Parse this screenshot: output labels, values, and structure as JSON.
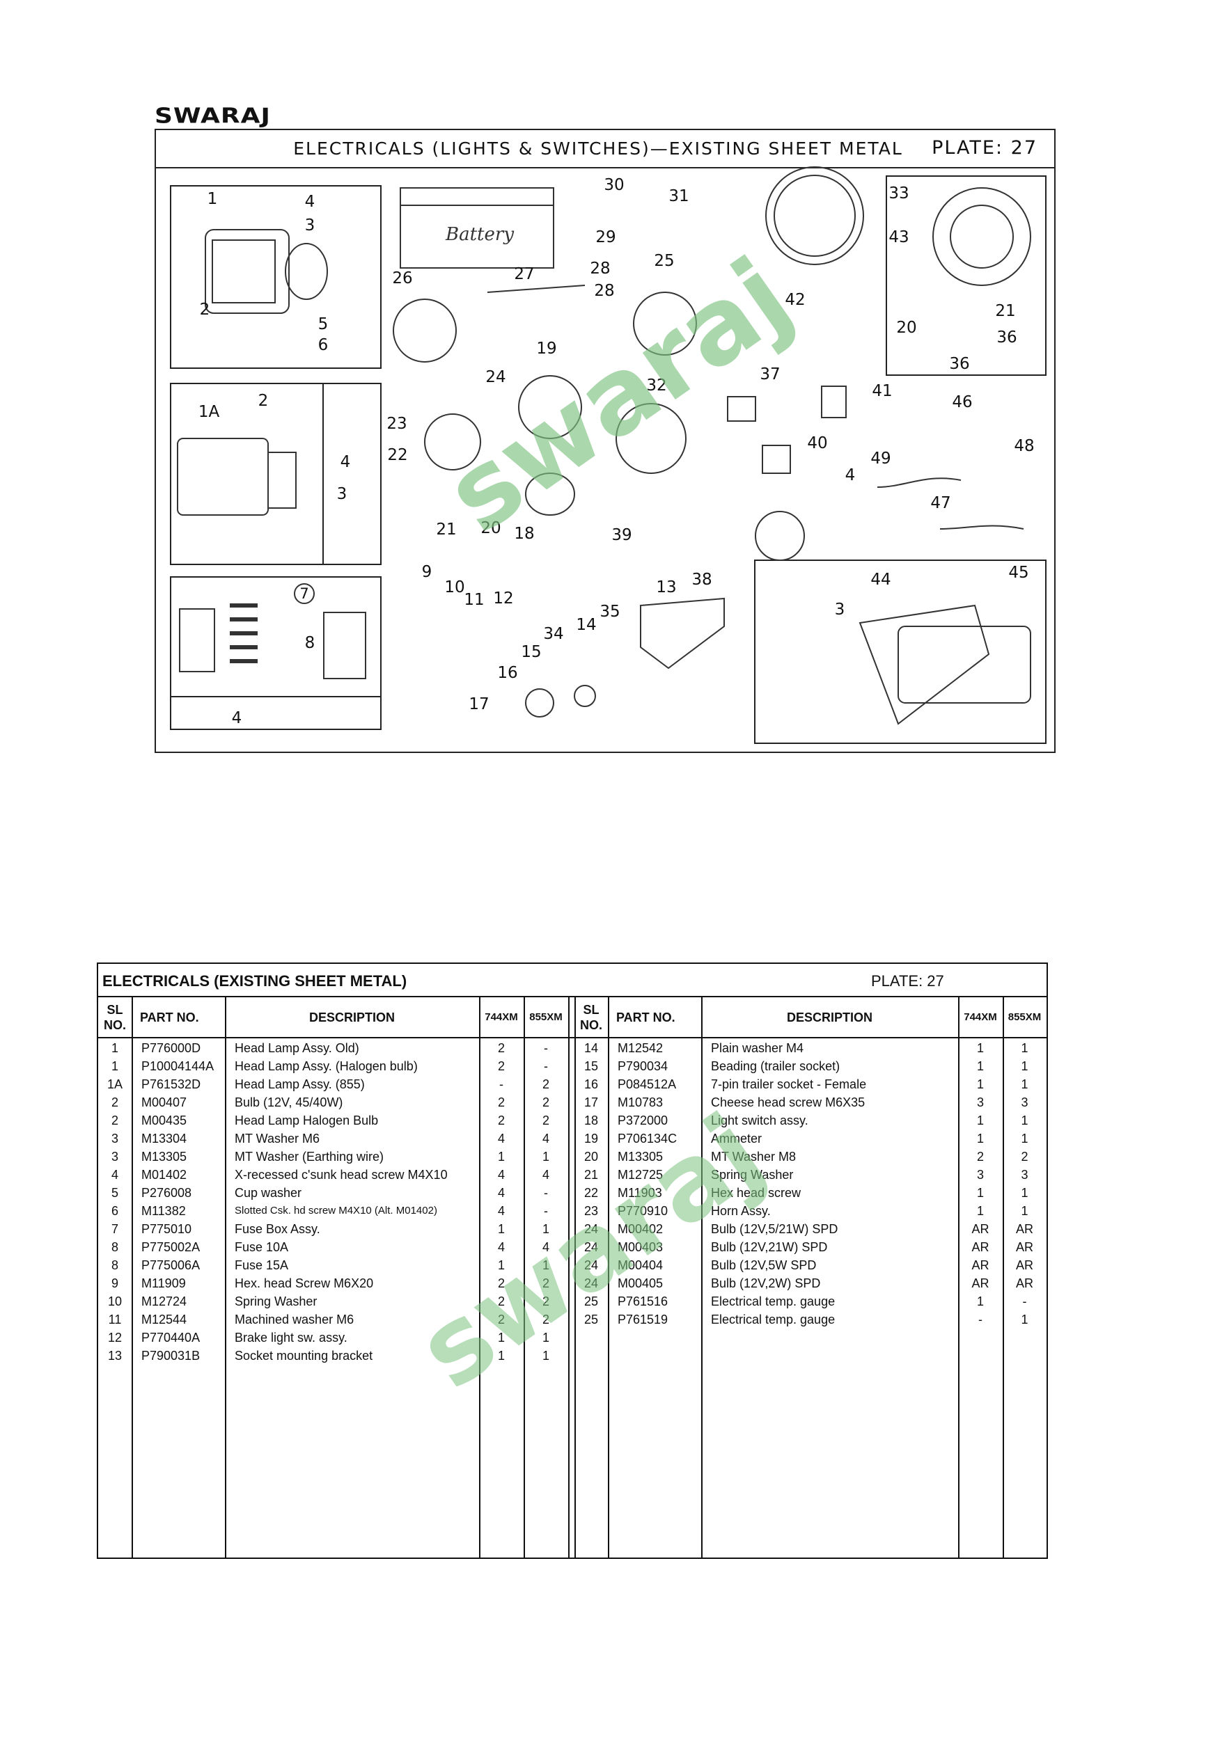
{
  "brand": "SWARAJ",
  "diagram": {
    "title": "ELECTRICALS   (LIGHTS & SWITCHES)—EXISTING SHEET METAL",
    "plate": "PLATE:  27",
    "battery_label": "Battery",
    "fuse_box_marker": "7",
    "callouts": [
      "1",
      "4",
      "3",
      "2",
      "5",
      "6",
      "30",
      "29",
      "28",
      "28",
      "27",
      "26",
      "31",
      "25",
      "42",
      "33",
      "43",
      "21",
      "20",
      "36",
      "36",
      "24",
      "19",
      "32",
      "37",
      "41",
      "46",
      "48",
      "1A",
      "2",
      "23",
      "22",
      "4",
      "3",
      "21",
      "20",
      "18",
      "39",
      "40",
      "4",
      "49",
      "47",
      "38",
      "9",
      "10",
      "11",
      "12",
      "7",
      "8",
      "4",
      "13",
      "35",
      "14",
      "34",
      "15",
      "16",
      "17",
      "44",
      "45",
      "3"
    ]
  },
  "watermark": "swaraj",
  "watermark_color": "#7cc27f",
  "table": {
    "title": "ELECTRICALS (EXISTING SHEET METAL)",
    "plate": "PLATE:  27",
    "headers": {
      "sl": "SL\nNO.",
      "part": "PART NO.",
      "desc": "DESCRIPTION",
      "q1": "744XM",
      "q2": "855XM"
    },
    "left_rows": [
      [
        "1",
        "P776000D",
        "Head Lamp Assy. Old)",
        "2",
        "-"
      ],
      [
        "1",
        "P10004144A",
        "Head Lamp Assy. (Halogen bulb)",
        "2",
        "-"
      ],
      [
        "1A",
        "P761532D",
        "Head Lamp Assy. (855)",
        "-",
        "2"
      ],
      [
        "2",
        "M00407",
        "Bulb (12V, 45/40W)",
        "2",
        "2"
      ],
      [
        "2",
        "M00435",
        "Head Lamp Halogen Bulb",
        "2",
        "2"
      ],
      [
        "3",
        "M13304",
        "MT Washer M6",
        "4",
        "4"
      ],
      [
        "3",
        "M13305",
        "MT Washer (Earthing wire)",
        "1",
        "1"
      ],
      [
        "4",
        "M01402",
        "X-recessed c'sunk head screw M4X10",
        "4",
        "4"
      ],
      [
        "5",
        "P276008",
        "Cup washer",
        "4",
        "-"
      ],
      [
        "6",
        "M11382",
        "Slotted Csk. hd screw M4X10 (Alt. M01402)",
        "4",
        "-"
      ],
      [
        "7",
        "P775010",
        "Fuse Box Assy.",
        "1",
        "1"
      ],
      [
        "8",
        "P775002A",
        "Fuse 10A",
        "4",
        "4"
      ],
      [
        "8",
        "P775006A",
        "Fuse 15A",
        "1",
        "1"
      ],
      [
        "9",
        "M11909",
        "Hex. head Screw M6X20",
        "2",
        "2"
      ],
      [
        "10",
        "M12724",
        "Spring Washer",
        "2",
        "2"
      ],
      [
        "11",
        "M12544",
        "Machined washer M6",
        "2",
        "2"
      ],
      [
        "12",
        "P770440A",
        "Brake light sw. assy.",
        "1",
        "1"
      ],
      [
        "13",
        "P790031B",
        "Socket mounting bracket",
        "1",
        "1"
      ]
    ],
    "right_rows": [
      [
        "14",
        "M12542",
        "Plain washer M4",
        "1",
        "1"
      ],
      [
        "15",
        "P790034",
        "Beading (trailer socket)",
        "1",
        "1"
      ],
      [
        "16",
        "P084512A",
        "7-pin trailer socket - Female",
        "1",
        "1"
      ],
      [
        "17",
        "M10783",
        "Cheese head screw M6X35",
        "3",
        "3"
      ],
      [
        "18",
        "P372000",
        "Light switch assy.",
        "1",
        "1"
      ],
      [
        "19",
        "P706134C",
        "Ammeter",
        "1",
        "1"
      ],
      [
        "20",
        "M13305",
        "MT Washer M8",
        "2",
        "2"
      ],
      [
        "21",
        "M12725",
        "Spring Washer",
        "3",
        "3"
      ],
      [
        "22",
        "M11903",
        "Hex head screw",
        "1",
        "1"
      ],
      [
        "23",
        "P770910",
        "Horn Assy.",
        "1",
        "1"
      ],
      [
        "24",
        "M00402",
        "Bulb (12V,5/21W) SPD",
        "AR",
        "AR"
      ],
      [
        "24",
        "M00403",
        "Bulb (12V,21W) SPD",
        "AR",
        "AR"
      ],
      [
        "24",
        "M00404",
        "Bulb (12V,5W SPD",
        "AR",
        "AR"
      ],
      [
        "24",
        "M00405",
        "Bulb (12V,2W) SPD",
        "AR",
        "AR"
      ],
      [
        "25",
        "P761516",
        "Electrical temp. gauge",
        "1",
        "-"
      ],
      [
        "25",
        "P761519",
        "Electrical temp. gauge",
        "-",
        "1"
      ]
    ]
  }
}
